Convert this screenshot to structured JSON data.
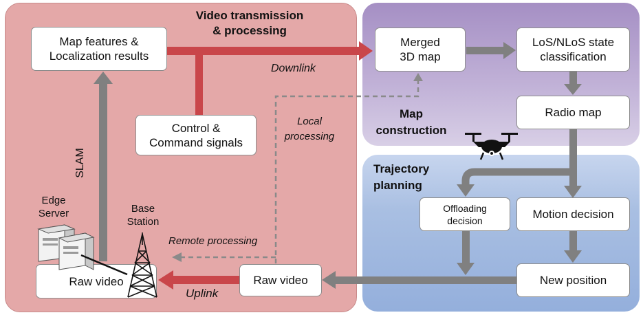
{
  "sections": {
    "video": "Video transmission\n& processing",
    "map": "Map\nconstruction",
    "trajectory": "Trajectory\nplanning"
  },
  "boxes": {
    "map_features": "Map features &\nLocalization results",
    "control": "Control &\nCommand signals",
    "raw_video_left": "Raw video",
    "raw_video_mid": "Raw video",
    "merged_map": "Merged\n3D map",
    "los": "LoS/NLoS state\nclassification",
    "radio_map": "Radio map",
    "offloading": "Offloading\ndecision",
    "motion": "Motion decision",
    "new_position": "New position"
  },
  "labels": {
    "downlink": "Downlink",
    "uplink": "Uplink",
    "local_processing": "Local\nprocessing",
    "remote_processing": "Remote processing",
    "slam": "SLAM",
    "edge_server": "Edge\nServer",
    "base_station": "Base\nStation"
  },
  "icons": {
    "drone": "drone-icon",
    "server": "edge-server-icon",
    "tower": "base-station-tower-icon"
  },
  "colors": {
    "video_panel": "#e4a8a8",
    "map_panel": "#b7a2cf",
    "trajectory_panel": "#a9bfe2",
    "red_arrow": "#c9464a",
    "gray_arrow": "#808080"
  }
}
